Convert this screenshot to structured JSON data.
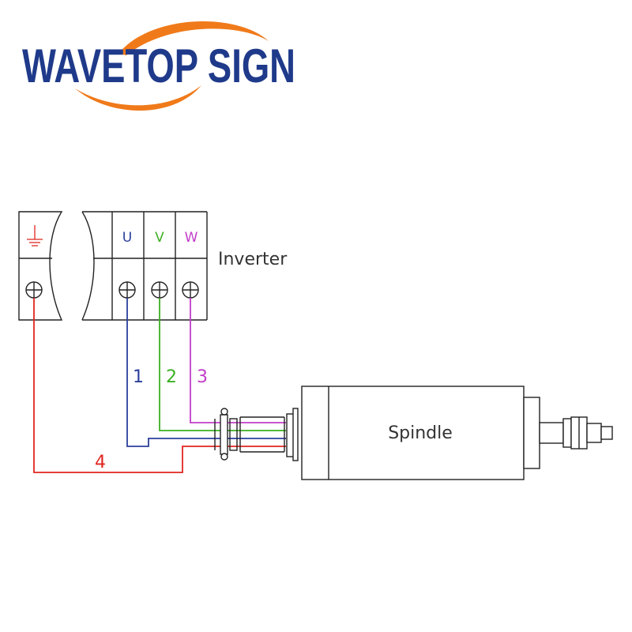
{
  "logo": {
    "text": "WAVETOP SIGN",
    "text_color": "#1f3a8a",
    "swoosh_color": "#f07a1a"
  },
  "inverter": {
    "label": "Inverter",
    "terminals": [
      {
        "name": "U",
        "color": "#2b3f9c"
      },
      {
        "name": "V",
        "color": "#3cb023"
      },
      {
        "name": "W",
        "color": "#c23ec9"
      }
    ],
    "ground_symbol": "ground-icon"
  },
  "wires": [
    {
      "label": "1",
      "color": "#2b3f9c"
    },
    {
      "label": "2",
      "color": "#3cb023"
    },
    {
      "label": "3",
      "color": "#c23ec9"
    },
    {
      "label": "4",
      "color": "#e0261f"
    }
  ],
  "spindle": {
    "label": "Spindle"
  },
  "colors": {
    "outline": "#222222",
    "text": "#333333"
  }
}
